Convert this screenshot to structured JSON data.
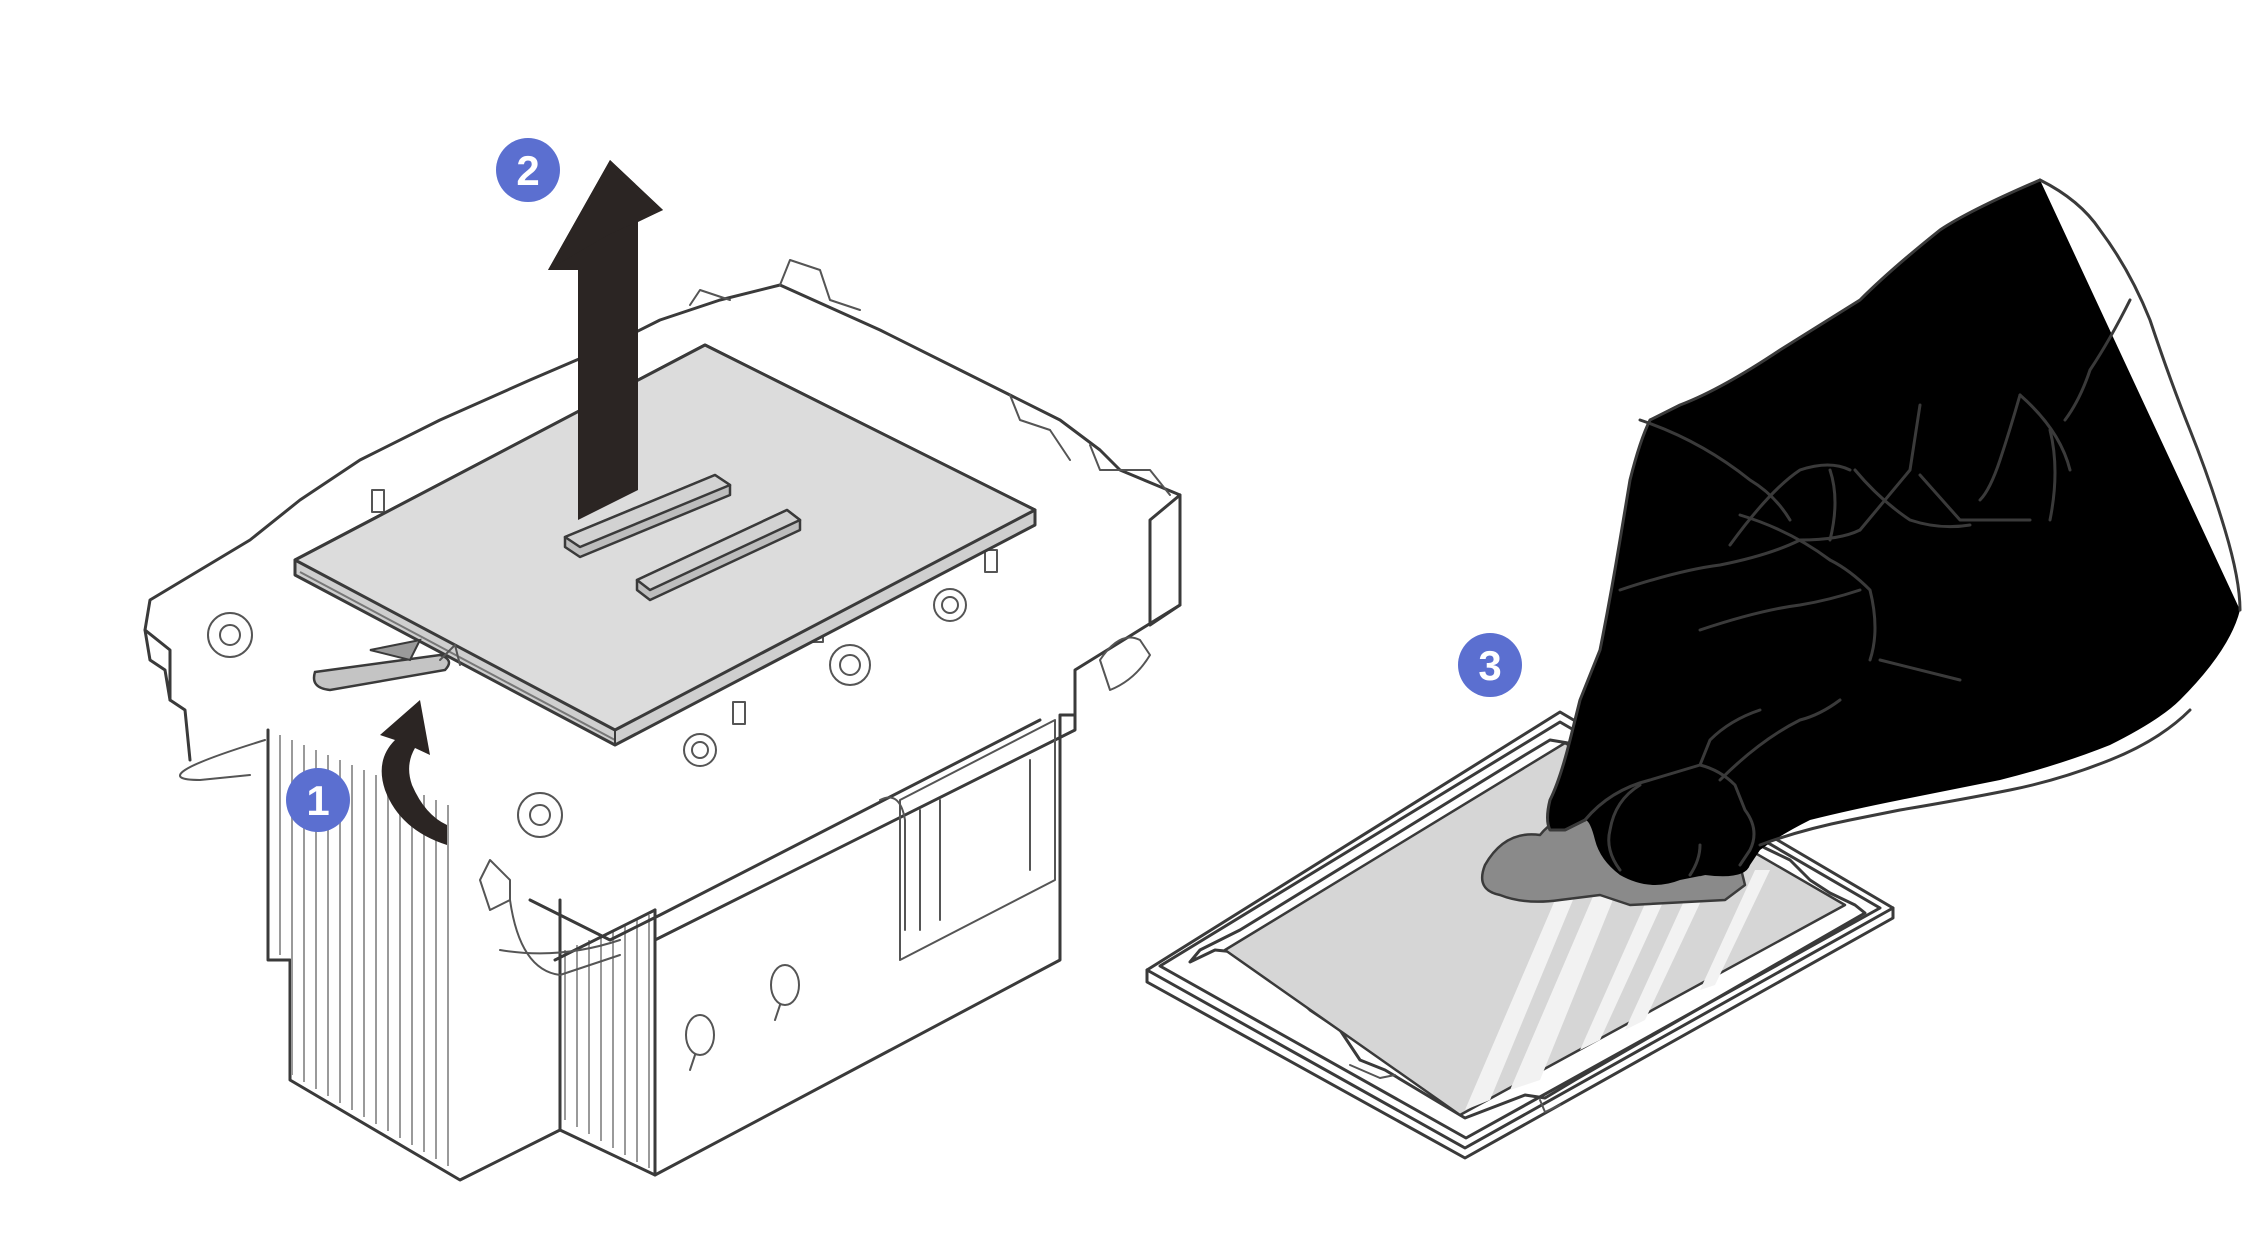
{
  "steps": [
    {
      "label": "1",
      "action": "release-lever"
    },
    {
      "label": "2",
      "action": "lift-processor-carrier"
    },
    {
      "label": "3",
      "action": "wipe-thermal-grease"
    }
  ],
  "colors": {
    "badge": "#5b6fd0",
    "arrow": "#2b2523",
    "processor_lid": "#dcdcdc",
    "grease": "#8a8a8a",
    "outline": "#3a3a3a"
  },
  "icons": [
    "up-arrow-icon",
    "curved-arrow-icon",
    "hand-icon"
  ]
}
